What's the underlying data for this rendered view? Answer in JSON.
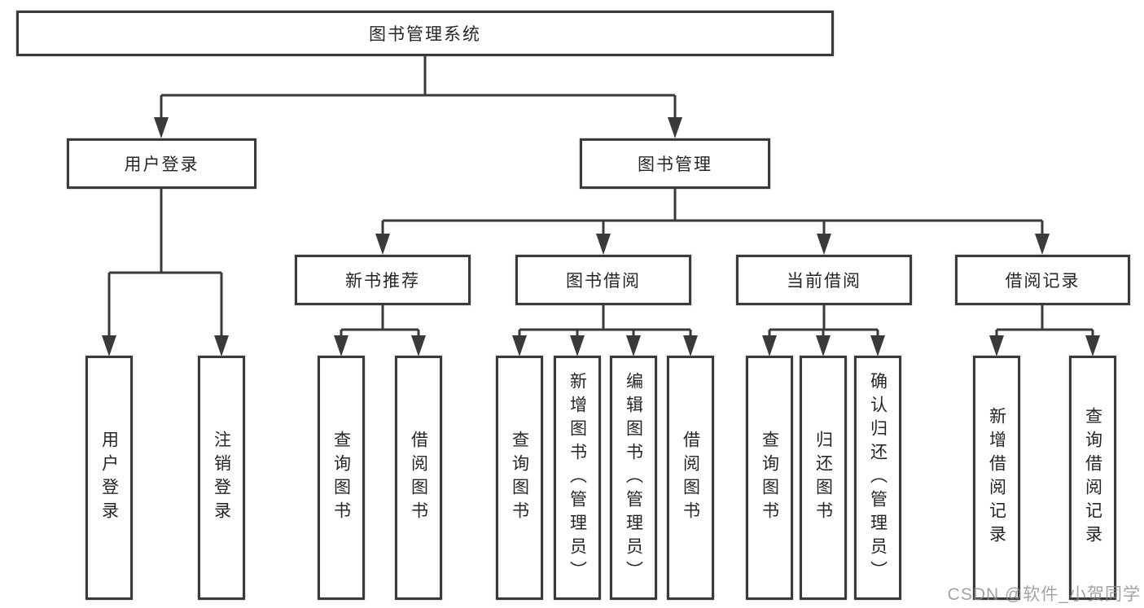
{
  "tree": {
    "root": "图书管理系统",
    "children": [
      {
        "label": "用户登录",
        "children": [
          {
            "label": "用户登录"
          },
          {
            "label": "注销登录"
          }
        ]
      },
      {
        "label": "图书管理",
        "children": [
          {
            "label": "新书推荐",
            "children": [
              {
                "label": "查询图书"
              },
              {
                "label": "借阅图书"
              }
            ]
          },
          {
            "label": "图书借阅",
            "children": [
              {
                "label": "查询图书"
              },
              {
                "label": "新增图书（管理员）"
              },
              {
                "label": "编辑图书（管理员）"
              },
              {
                "label": "借阅图书"
              }
            ]
          },
          {
            "label": "当前借阅",
            "children": [
              {
                "label": "查询图书"
              },
              {
                "label": "归还图书"
              },
              {
                "label": "确认归还（管理员）"
              }
            ]
          },
          {
            "label": "借阅记录",
            "children": [
              {
                "label": "新增借阅记录"
              },
              {
                "label": "查询借阅记录"
              }
            ]
          }
        ]
      }
    ]
  },
  "watermark": {
    "text": "CSDN @软件_小贺同学"
  },
  "colors": {
    "line": "#3a3a3a",
    "box_border": "#3a3a3a",
    "text": "#262626",
    "watermark": "#8c8c8c",
    "background": "#ffffff"
  }
}
